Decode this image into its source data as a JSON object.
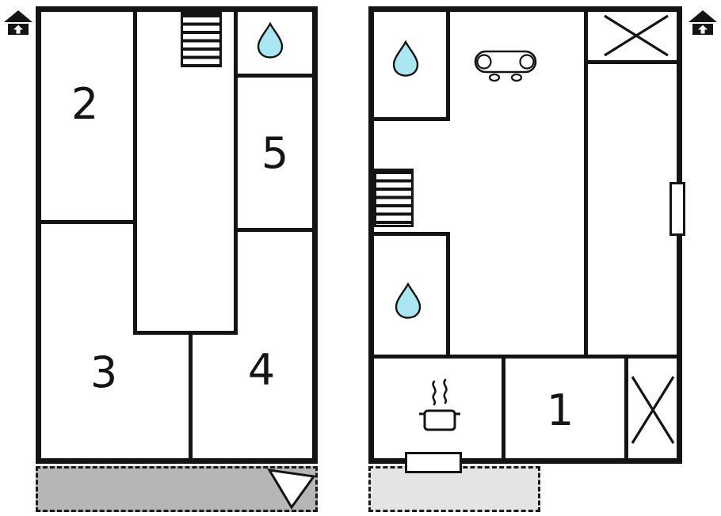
{
  "colors": {
    "wall": "#141414",
    "water": "#abe7f3",
    "terrace_left": "#b6b6b6",
    "terrace_right": "#e4e4e4"
  },
  "plans": {
    "left": {
      "rooms": {
        "room2": "2",
        "room3": "3",
        "room4": "4",
        "room5": "5"
      }
    },
    "right": {
      "rooms": {
        "room1": "1"
      }
    }
  },
  "icons": {
    "water_drop": "water-drop",
    "stairs": "stairs",
    "sofa": "sofa",
    "pot_steam": "pot-with-steam",
    "window_cross": "crossed-window",
    "house_entrance": "house-entrance-marker",
    "direction_arrow": "terrace-arrow",
    "door": "door-opening",
    "window": "window-opening"
  }
}
